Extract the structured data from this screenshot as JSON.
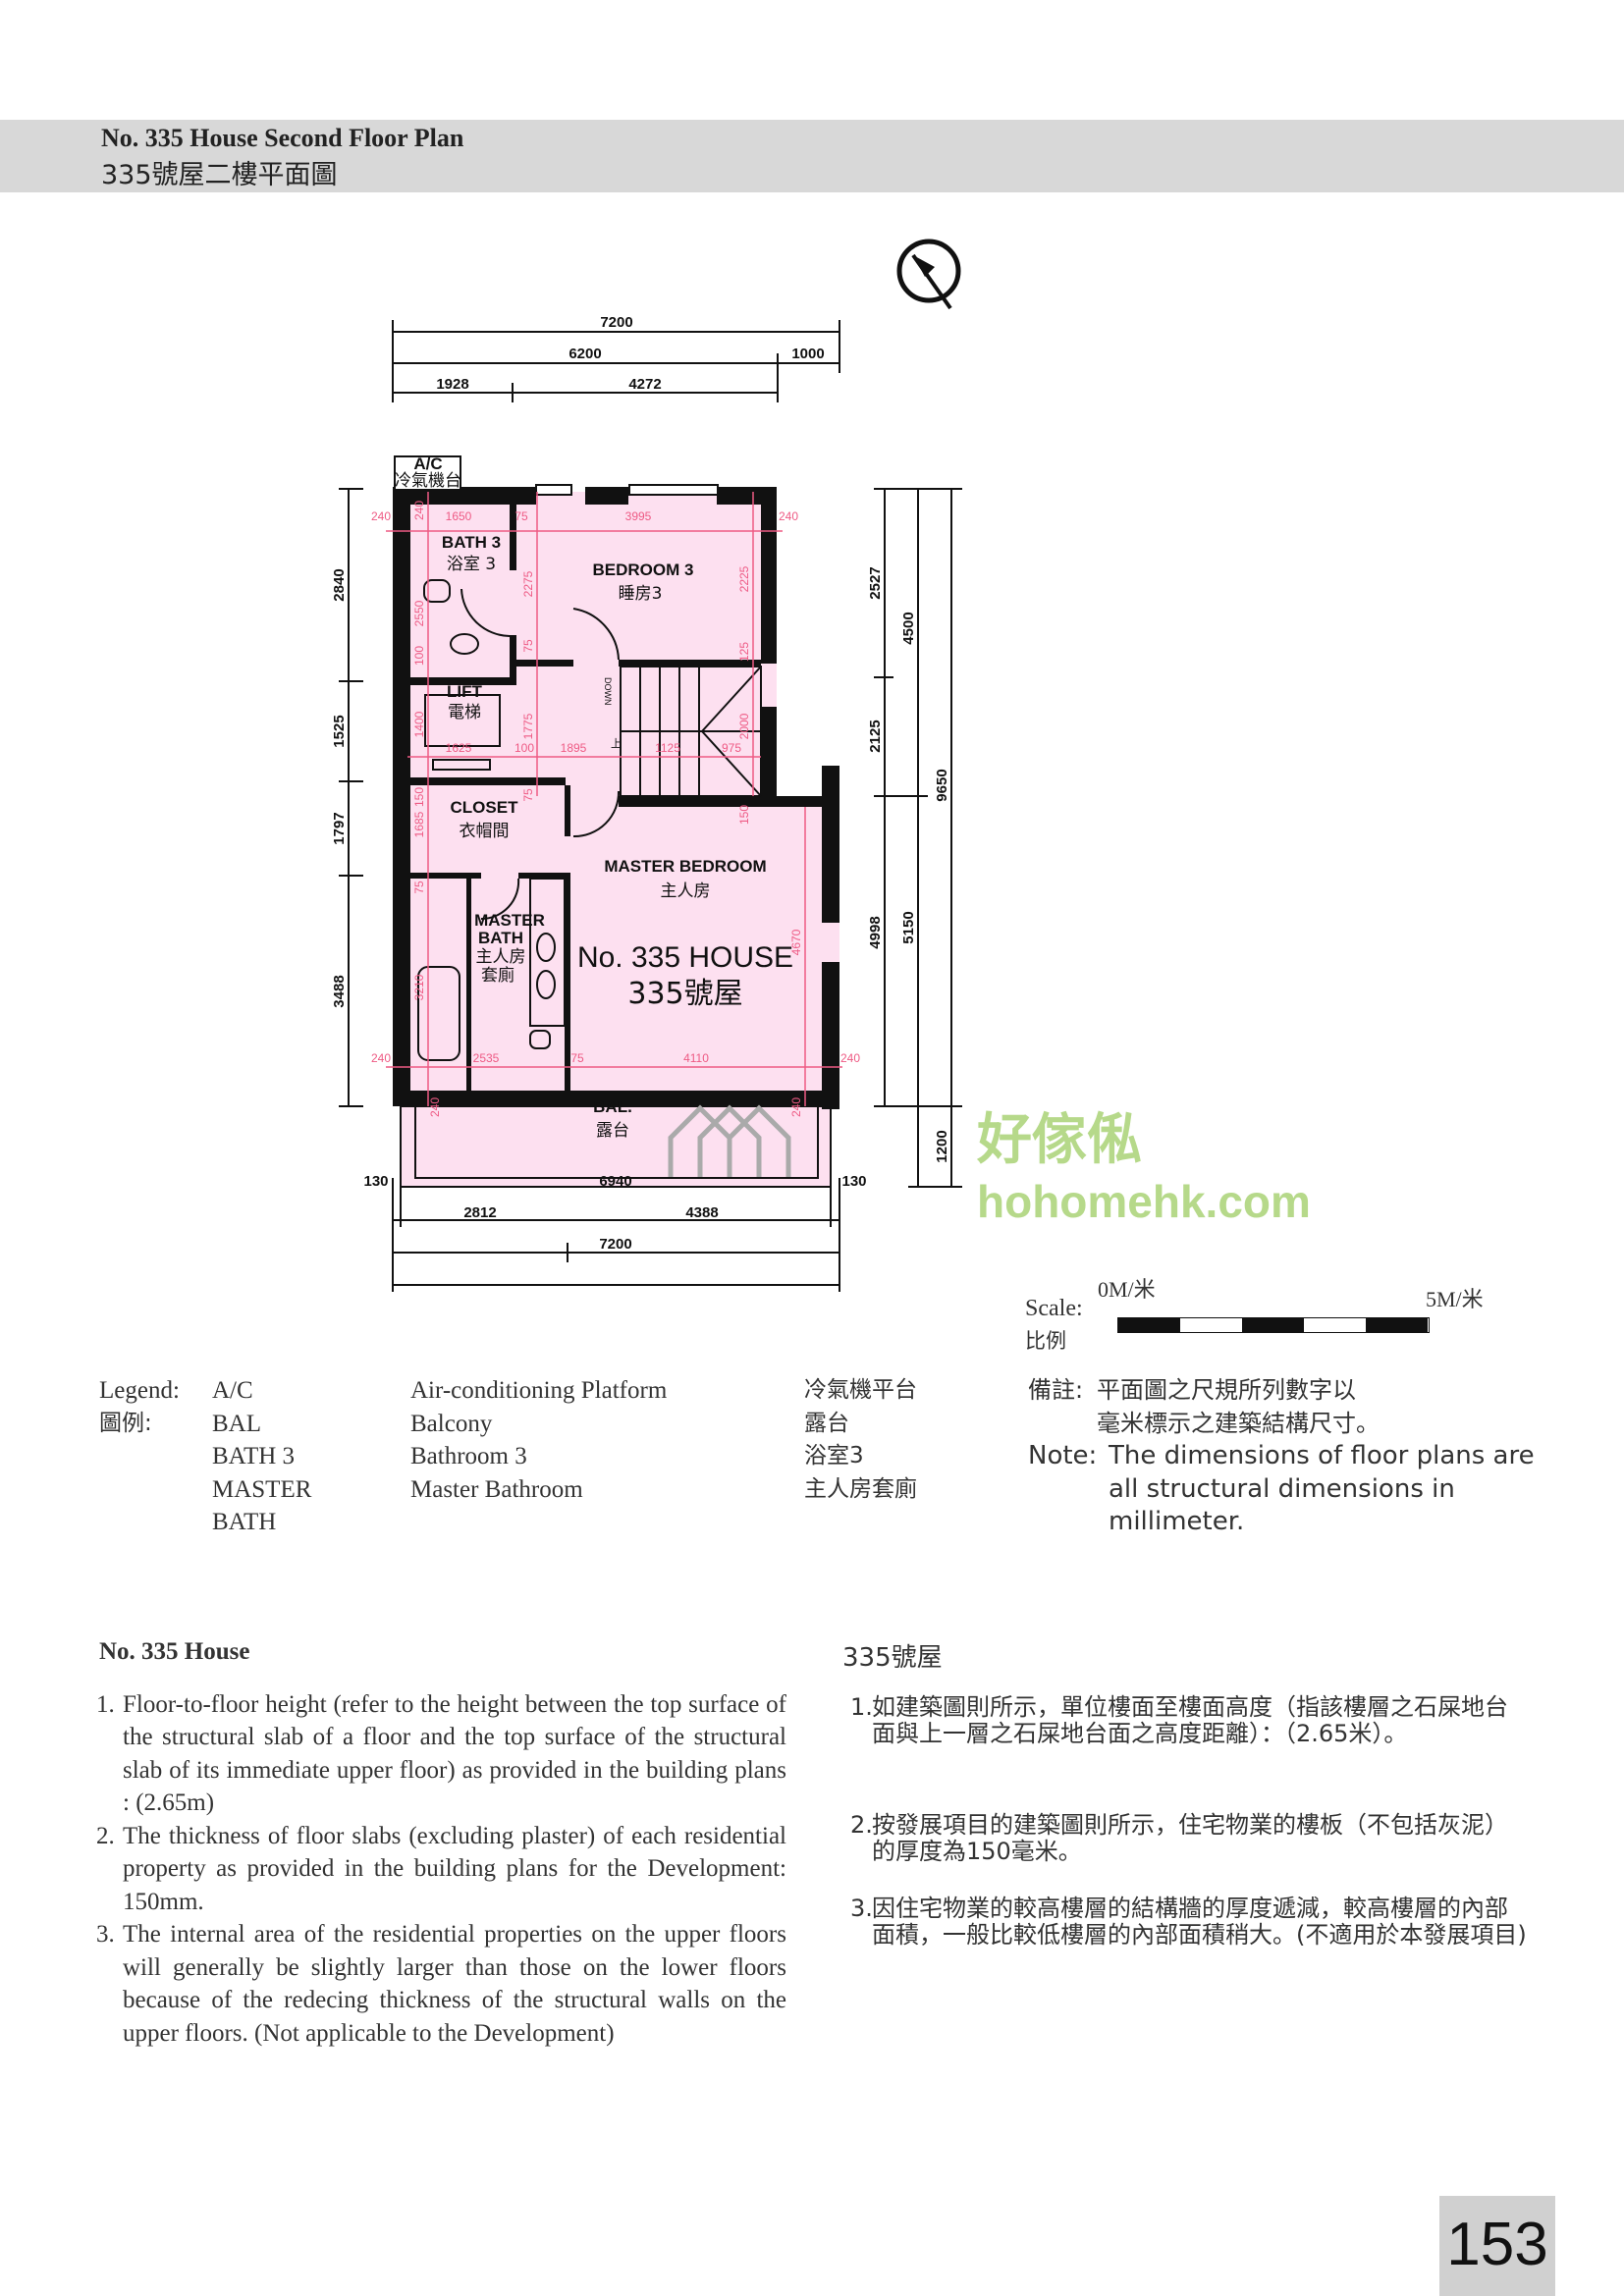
{
  "header": {
    "title_en": "No. 335 House Second Floor Plan",
    "title_zh": "335號屋二樓平面圖"
  },
  "plan": {
    "labels": {
      "ac": "A/C",
      "ac_zh": "冷氣機台",
      "bath3": "BATH 3",
      "bath3_zh": "浴室 3",
      "bedroom3": "BEDROOM 3",
      "bedroom3_zh": "睡房3",
      "lift": "LIFT",
      "lift_zh": "電梯",
      "closet": "CLOSET",
      "closet_zh": "衣帽間",
      "master_bedroom": "MASTER BEDROOM",
      "master_bedroom_zh": "主人房",
      "master_bath_1": "MASTER",
      "master_bath_2": "BATH",
      "master_bath_zh_1": "主人房",
      "master_bath_zh_2": "套廁",
      "house": "No. 335 HOUSE",
      "house_zh": "335號屋",
      "bal": "BAL.",
      "bal_zh": "露台",
      "down": "DOWN",
      "up": "上"
    },
    "dims_top": [
      "7200",
      "6200",
      "1000",
      "1928",
      "4272"
    ],
    "dims_left": [
      "2840",
      "1525",
      "1797",
      "3488"
    ],
    "dims_right": [
      "2527",
      "2125",
      "4998",
      "4500",
      "5150",
      "9650",
      "1200"
    ],
    "dims_bottom": [
      "130",
      "6940",
      "130",
      "2812",
      "4388",
      "7200"
    ],
    "dims_pink": [
      "240",
      "1650",
      "75",
      "3995",
      "240",
      "240",
      "2275",
      "2225",
      "2550",
      "100",
      "75",
      "125",
      "1400",
      "1625",
      "100",
      "1895",
      "1125",
      "975",
      "2000",
      "1775",
      "75",
      "150",
      "1685",
      "150",
      "75",
      "3210",
      "4670",
      "240",
      "2535",
      "75",
      "4110",
      "240",
      "240",
      "240"
    ],
    "watermark_zh": "好傢俬",
    "watermark_en": "hohomehk.com"
  },
  "scale": {
    "label": "Scale:",
    "label_zh": "比例",
    "start": "0M/米",
    "end": "5M/米"
  },
  "legend": {
    "label": "Legend:",
    "label_zh": "圖例:",
    "rows": [
      {
        "abbr": "A/C",
        "en": "Air-conditioning Platform",
        "zh": "冷氣機平台"
      },
      {
        "abbr": "BAL",
        "en": "Balcony",
        "zh": "露台"
      },
      {
        "abbr": "BATH 3",
        "en": "Bathroom 3",
        "zh": "浴室3"
      },
      {
        "abbr": "MASTER BATH",
        "en": "Master Bathroom",
        "zh": "主人房套廁"
      }
    ]
  },
  "note": {
    "zh_label": "備註:",
    "zh_lines": [
      "平面圖之尺規所列數字以",
      "毫米標示之建築結構尺寸。"
    ],
    "en_label": "Note:",
    "en_lines": [
      "The dimensions of floor plans are",
      "all structural dimensions in",
      "millimeter."
    ]
  },
  "notes_en": {
    "title": "No. 335 House",
    "items": [
      "Floor-to-floor height (refer to the height between the top surface of the structural slab of a floor and the top surface of the structural slab of its immediate upper floor) as provided in the building plans : (2.65m)",
      "The thickness of floor slabs (excluding plaster) of each residential property as provided in the building plans for the Development: 150mm.",
      "The internal area of the residential properties on the upper floors will generally be slightly larger than those on the lower floors because of the redecing thickness of the structural walls on the upper floors. (Not applicable to the Development)"
    ]
  },
  "notes_zh": {
    "title": "335號屋",
    "items": [
      {
        "num": "1.",
        "text": "如建築圖則所示，單位樓面至樓面高度（指該樓層之石屎地台面與上一層之石屎地台面之高度距離）：（2.65米）。"
      },
      {
        "num": "2.",
        "text": "按發展項目的建築圖則所示，住宅物業的樓板（不包括灰泥）的厚度為150毫米。"
      },
      {
        "num": "3.",
        "text": "因住宅物業的較高樓層的結構牆的厚度遞減，較高樓層的內部面積，一般比較低樓層的內部面積稍大。(不適用於本發展項目)"
      }
    ]
  },
  "page_number": "153",
  "colors": {
    "room_fill": "#fde0f0",
    "dim_pink": "#ee5a84",
    "header_bg": "#d8d8d8"
  }
}
